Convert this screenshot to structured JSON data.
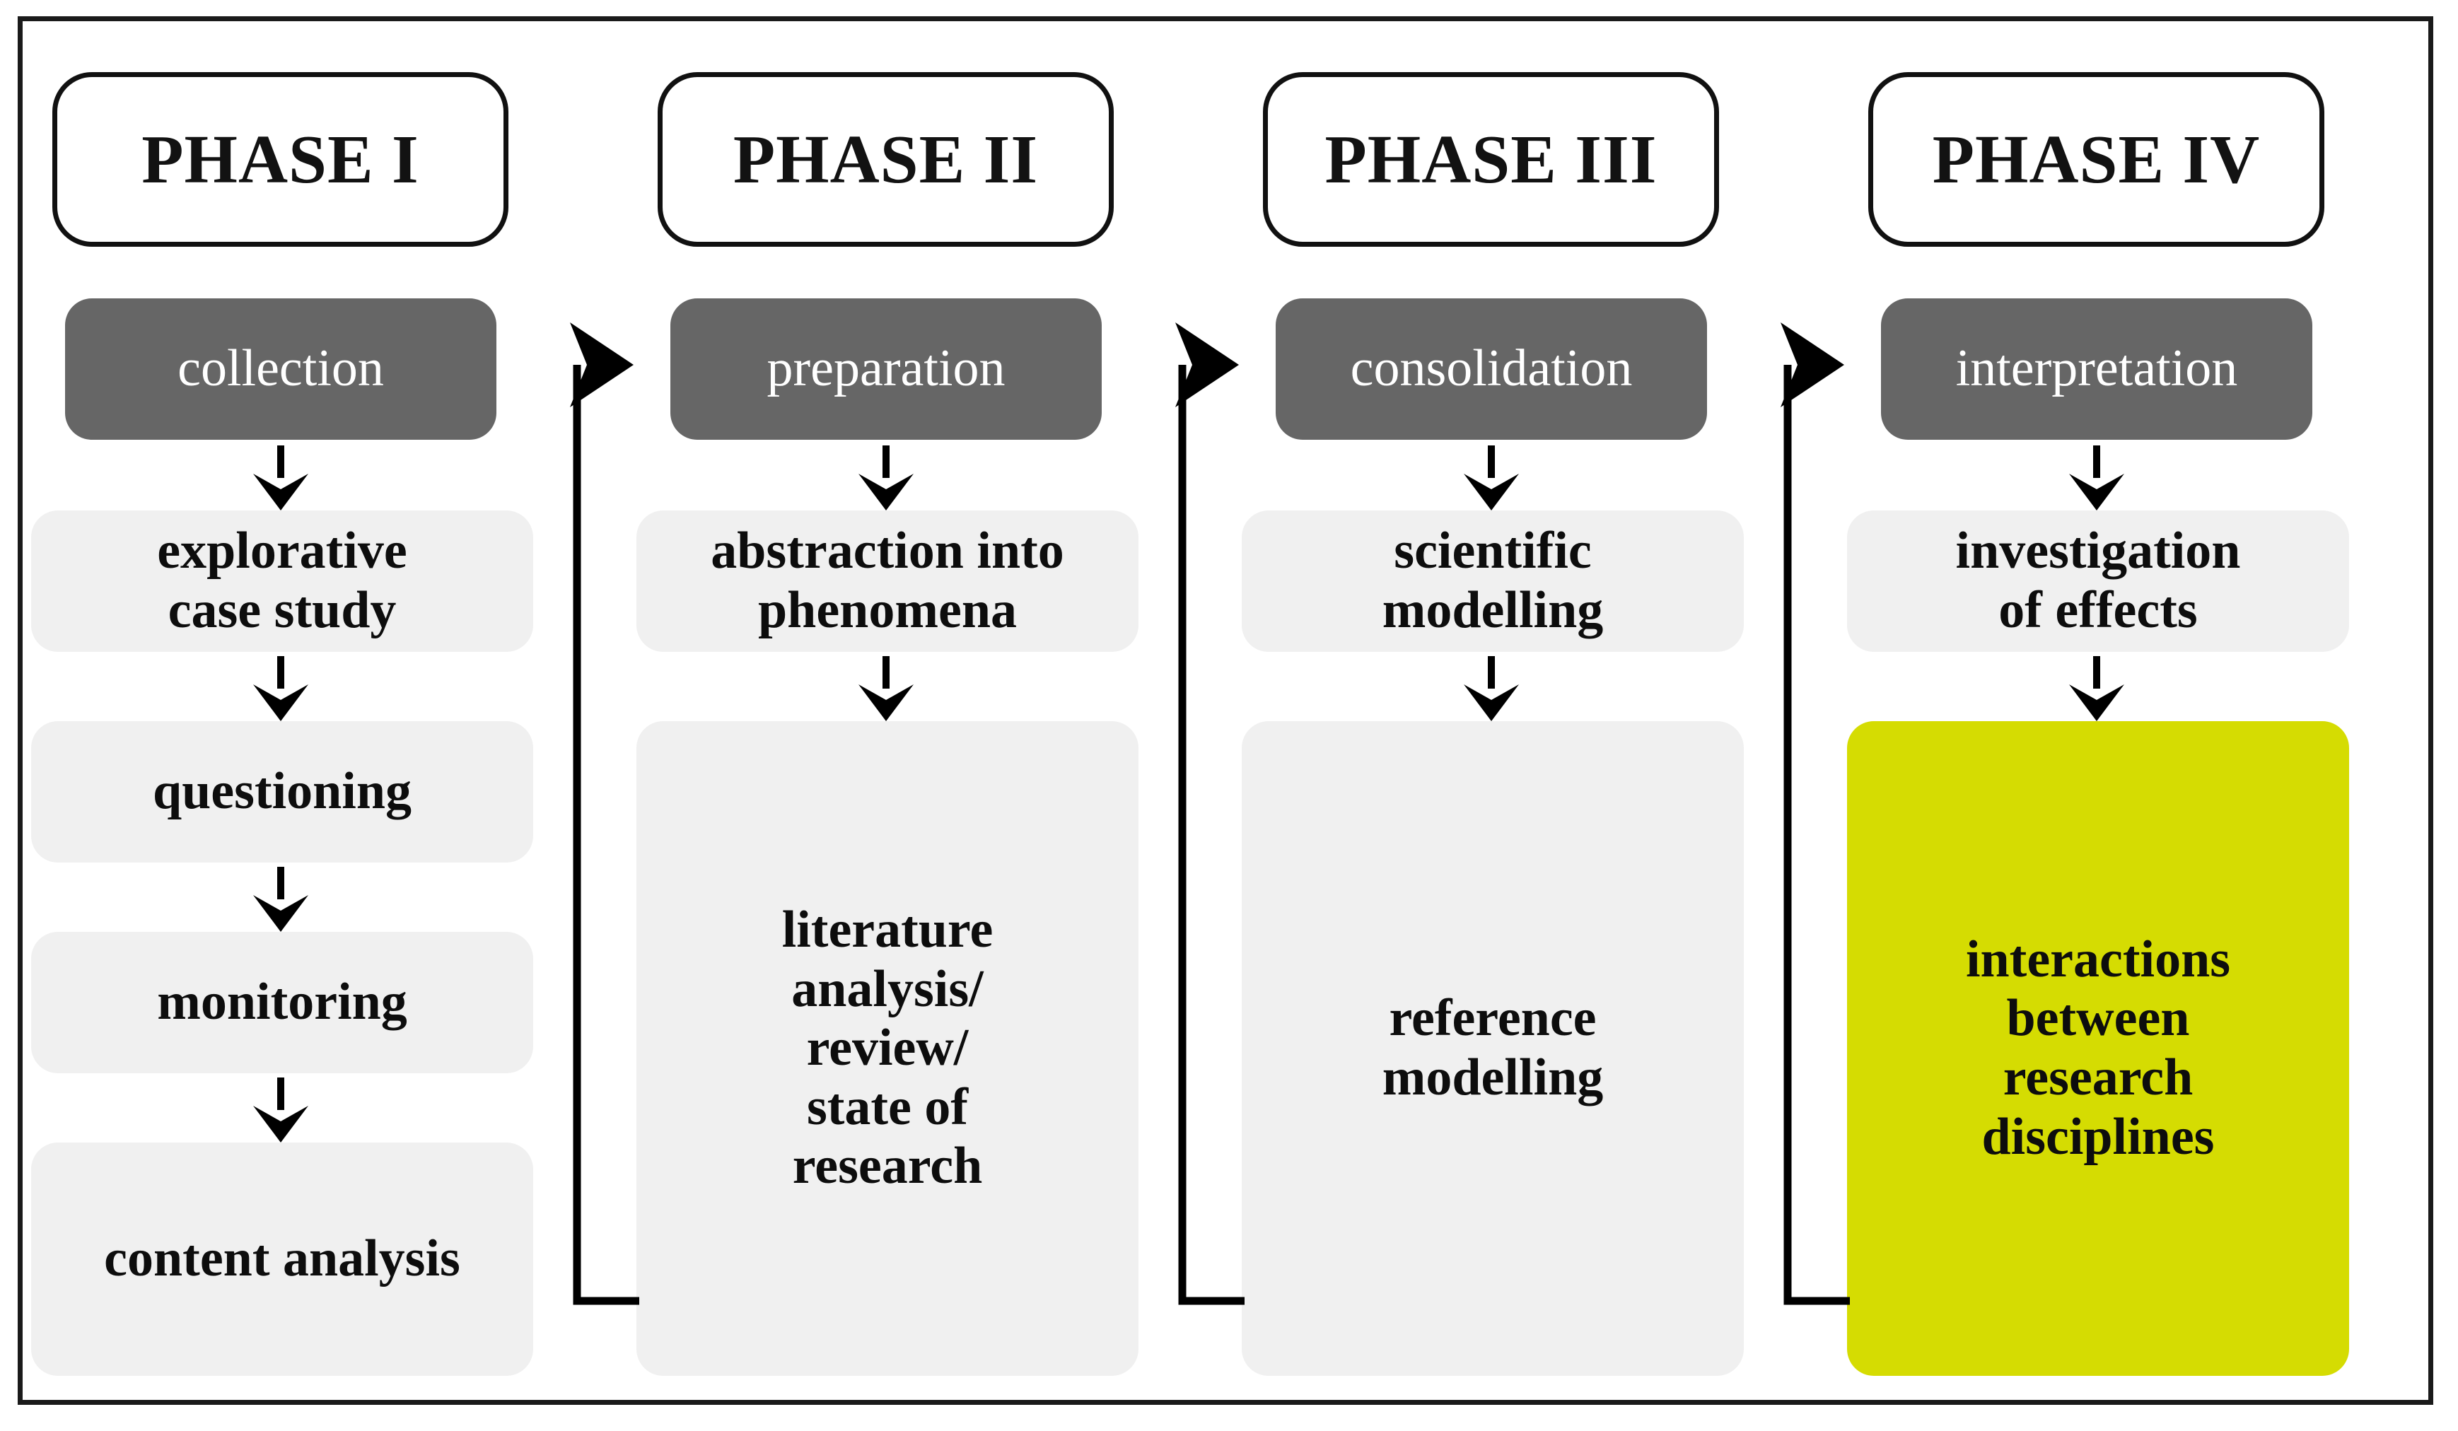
{
  "diagram": {
    "title_row": [
      {
        "label": "PHASE I"
      },
      {
        "label": "PHASE II"
      },
      {
        "label": "PHASE III"
      },
      {
        "label": "PHASE IV"
      }
    ],
    "columns": [
      {
        "phase": "PHASE I",
        "head": "collection",
        "steps": [
          "explorative\ncase study",
          "questioning",
          "monitoring",
          "content analysis"
        ]
      },
      {
        "phase": "PHASE II",
        "head": "preparation",
        "steps": [
          "abstraction into\nphenomena",
          "literature\nanalysis/\nreview/\nstate of\nresearch"
        ]
      },
      {
        "phase": "PHASE III",
        "head": "consolidation",
        "steps": [
          "scientific\nmodelling",
          "reference\nmodelling"
        ]
      },
      {
        "phase": "PHASE IV",
        "head": "interpretation",
        "steps": [
          "investigation\nof effects",
          "interactions\nbetween\nresearch\ndisciplines"
        ]
      }
    ],
    "colors": {
      "head_fill": "#666666",
      "head_text": "#ffffff",
      "step_fill": "#f0f0f0",
      "step_text": "#0d0d0d",
      "highlight_fill": "#d5dc02",
      "frame_stroke": "#1a1a1a",
      "arrow_stroke": "#000000",
      "background": "#ffffff"
    },
    "flow": {
      "intra_column_arrow": "arrow-down-icon",
      "inter_column_arrow": "elbow-arrow-right-icon",
      "inter_column_links": [
        {
          "from": "content analysis",
          "to": "preparation"
        },
        {
          "from": "literature analysis/ review/ state of research",
          "to": "consolidation"
        },
        {
          "from": "reference modelling",
          "to": "interpretation"
        }
      ]
    }
  }
}
